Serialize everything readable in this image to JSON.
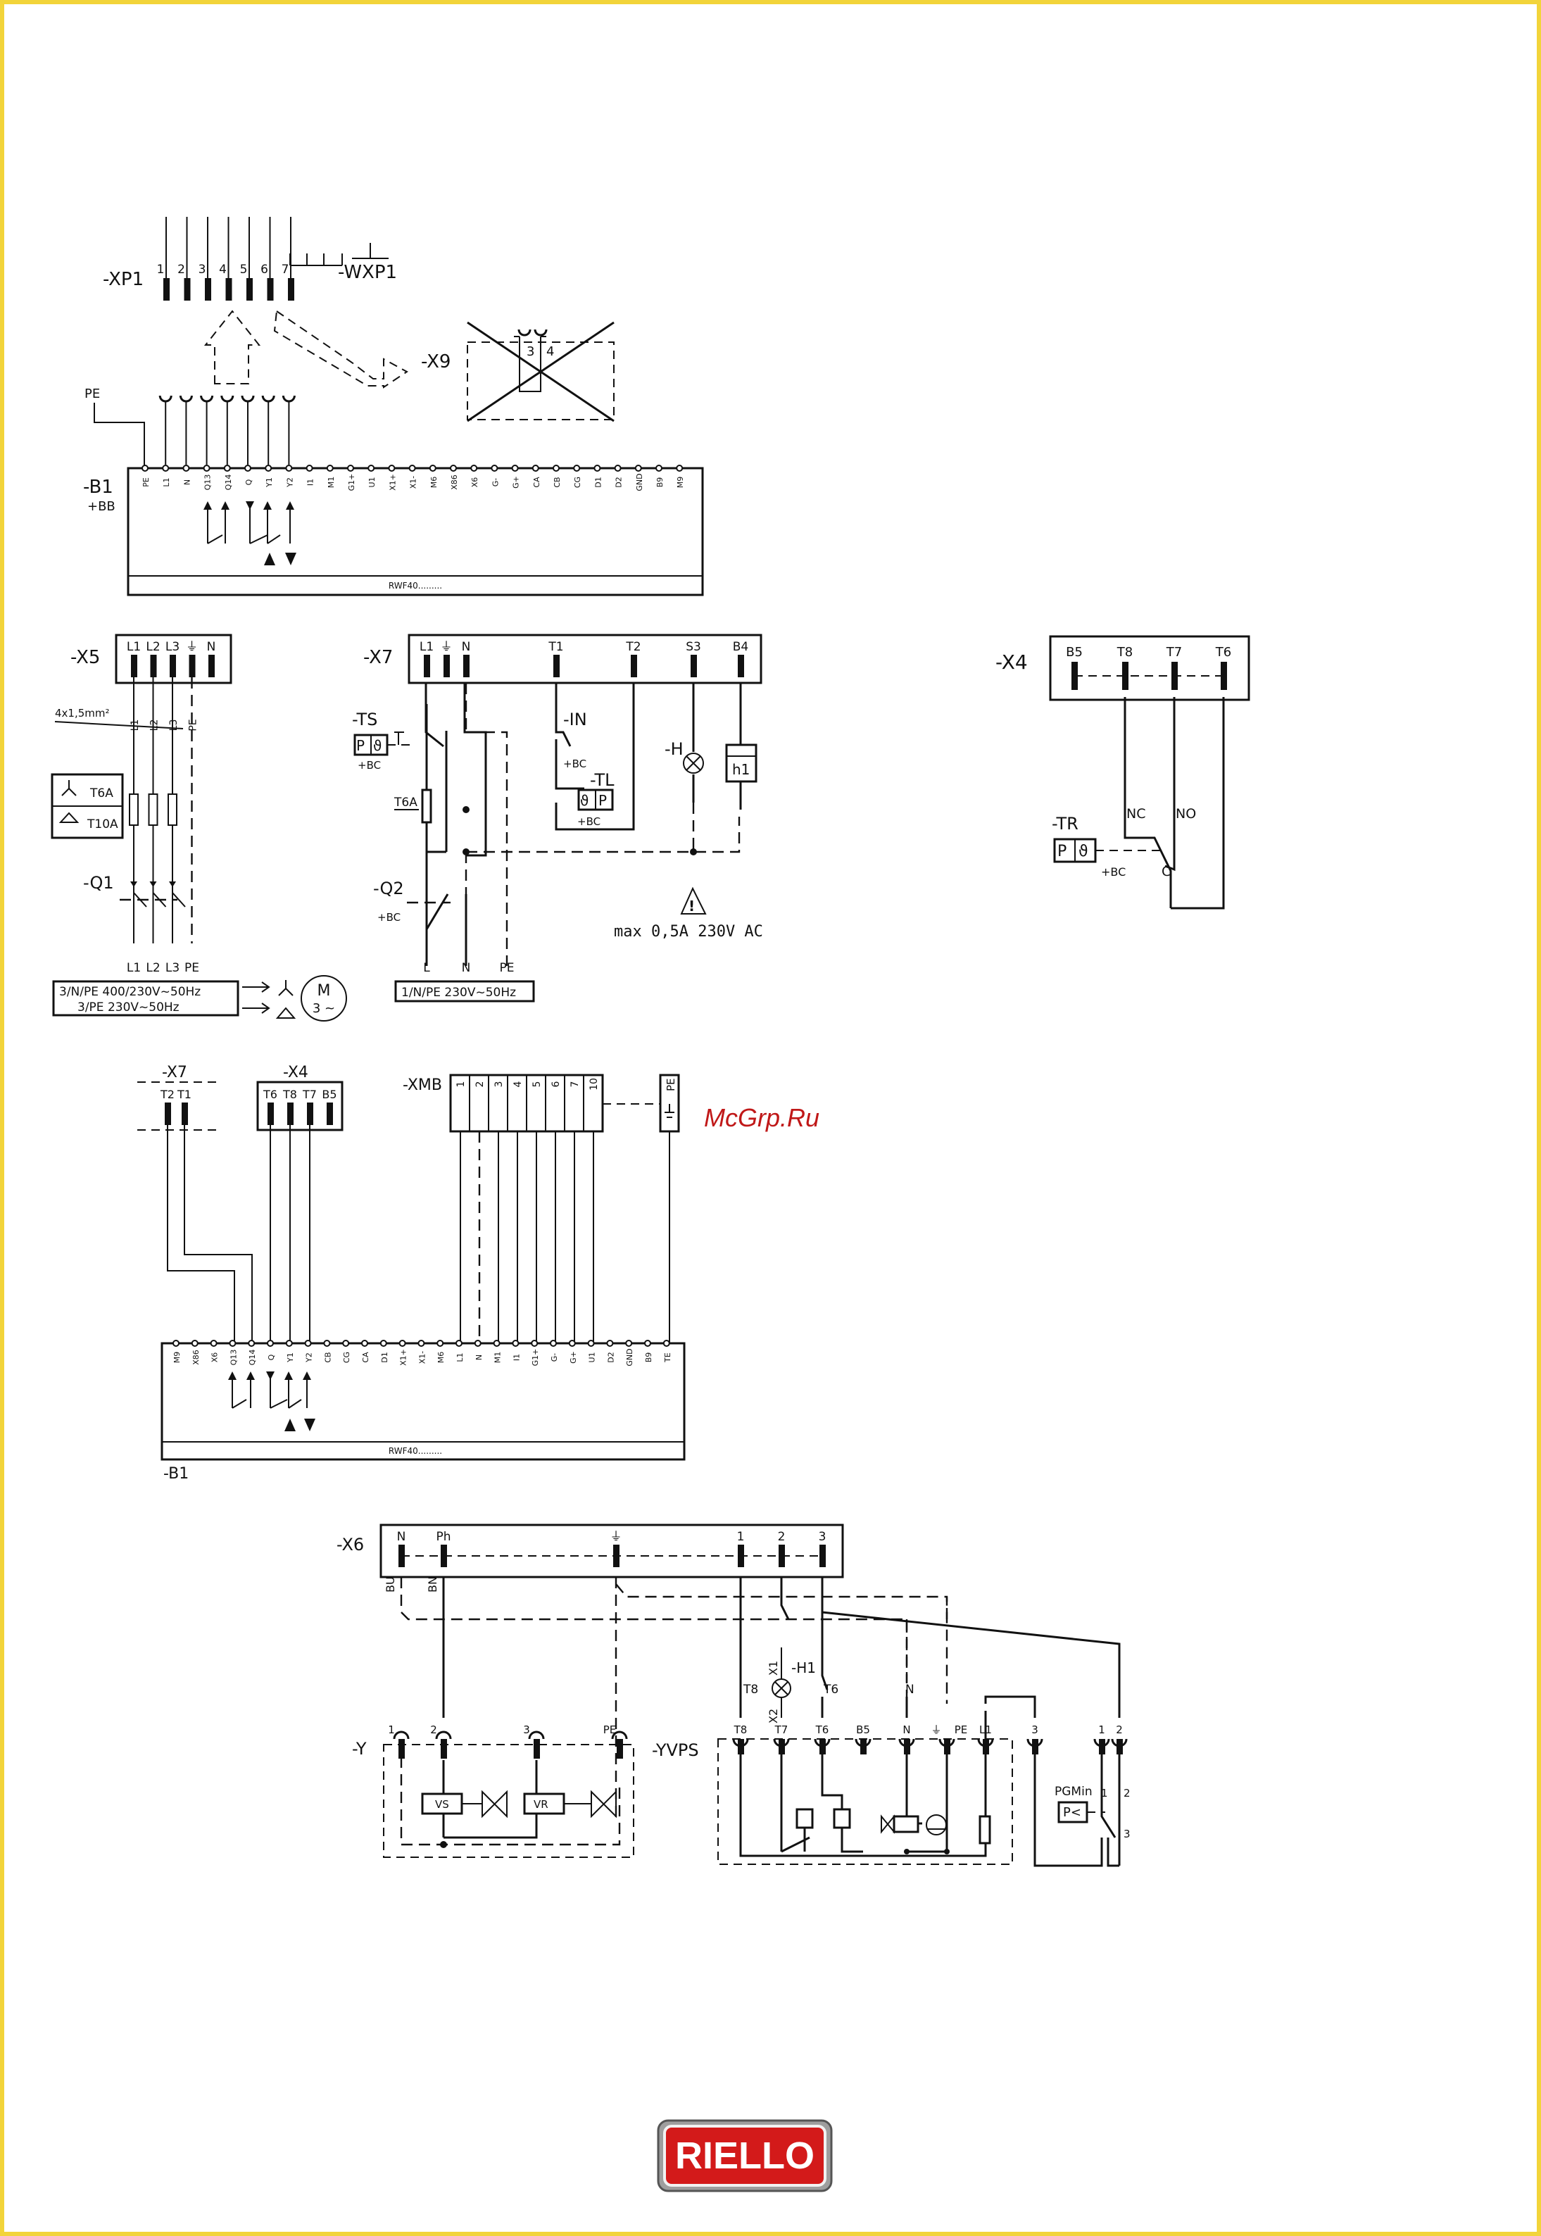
{
  "diagram": {
    "xp1": {
      "label": "-XP1",
      "pins": [
        "1",
        "2",
        "3",
        "4",
        "5",
        "6",
        "7"
      ],
      "wxp1": "-WXP1",
      "x9": "-X9",
      "x9_pins": [
        "3",
        "4"
      ]
    },
    "b1_top": {
      "label": "-B1",
      "sublabel": "+BB",
      "pe": "PE",
      "model": "RWF40.........",
      "terminals": [
        "PE",
        "L1",
        "N",
        "Q13",
        "Q14",
        "Q",
        "Y1",
        "Y2",
        "I1",
        "M1",
        "G1+",
        "U1",
        "X1+",
        "X1-",
        "M6",
        "X86",
        "X6",
        "G-",
        "G+",
        "CA",
        "CB",
        "CG",
        "D1",
        "D2",
        "GND",
        "B9",
        "M9"
      ]
    },
    "x5": {
      "label": "-X5",
      "terminals": [
        "L1",
        "L2",
        "L3",
        "⏚",
        "N"
      ],
      "cable": "4x1,5mm²",
      "wires": [
        "L1",
        "L2",
        "L3",
        "PE"
      ],
      "fuse_star": "T6A",
      "fuse_delta": "T10A",
      "q1": "-Q1",
      "out": [
        "L1",
        "L2",
        "L3",
        "PE"
      ],
      "supply1": "3/N/PE 400/230V~50Hz",
      "supply2": "3/PE 230V~50Hz",
      "motor": "M",
      "motor_phase": "3 ~"
    },
    "x7": {
      "label": "-X7",
      "terminals": [
        "L1",
        "⏚",
        "N",
        "T1",
        "T2",
        "S3",
        "B4"
      ],
      "ts": "-TS",
      "in": "-IN",
      "tl": "-TL",
      "h": "-H",
      "h1": "h1",
      "bc": "+BC",
      "fuse": "T6A",
      "q2": "-Q2",
      "out": [
        "L",
        "N",
        "PE"
      ],
      "supply": "1/N/PE 230V~50Hz",
      "max": "max 0,5A 230V AC"
    },
    "x4": {
      "label": "-X4",
      "terminals": [
        "B5",
        "T8",
        "T7",
        "T6"
      ],
      "tr": "-TR",
      "nc": "NC",
      "no": "NO",
      "c": "C",
      "bc": "+BC"
    },
    "middle": {
      "x7": "-X7",
      "x7_pins": [
        "T2",
        "T1"
      ],
      "x4": "-X4",
      "x4_pins": [
        "T6",
        "T8",
        "T7",
        "B5"
      ],
      "xmb": "-XMB",
      "xmb_pins": [
        "1",
        "2",
        "3",
        "4",
        "5",
        "6",
        "7",
        "10"
      ],
      "pe": "PE"
    },
    "b1_bottom": {
      "label": "-B1",
      "model": "RWF40.........",
      "terminals": [
        "M9",
        "X86",
        "X6",
        "Q13",
        "Q14",
        "Q",
        "Y1",
        "Y2",
        "CB",
        "CG",
        "CA",
        "D1",
        "X1+",
        "X1-",
        "M6",
        "L1",
        "N",
        "M1",
        "I1",
        "G1+",
        "G-",
        "G+",
        "U1",
        "D2",
        "GND",
        "B9",
        "TE"
      ]
    },
    "x6": {
      "label": "-X6",
      "terminals": [
        "N",
        "Ph",
        "⏚",
        "1",
        "2",
        "3"
      ],
      "bu": "BU",
      "bn": "BN",
      "y": "-Y",
      "y_pins": [
        "1",
        "2",
        "3",
        "PE"
      ],
      "vs": "VS",
      "vr": "VR",
      "yvps": "-YVPS",
      "yvps_pins": [
        "T8",
        "T7",
        "T6",
        "B5",
        "N",
        "⏚",
        "PE",
        "L1",
        "3"
      ],
      "h1": "-H1",
      "x1": "X1",
      "x2": "X2",
      "t8": "T8",
      "t6": "T6",
      "n": "N",
      "pgmin": "PGMin",
      "pgmin_pins": [
        "1",
        "2"
      ],
      "p_lt": "P<",
      "pg_nums": [
        "1",
        "2",
        "3"
      ]
    }
  },
  "watermark": "McGrp.Ru",
  "logo": "RIELLO"
}
